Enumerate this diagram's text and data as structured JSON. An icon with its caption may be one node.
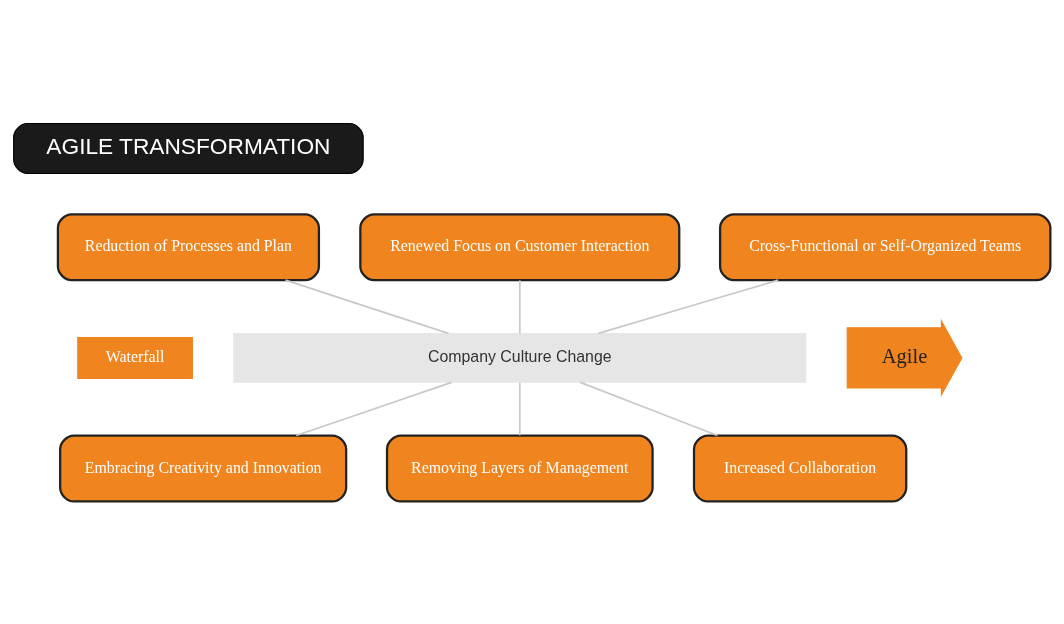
{
  "diagram": {
    "nodes": [
      {
        "text": [
          "AGILE TRANSFORMATION"
        ]
      },
      {
        "text": [
          "Renewed Focus on Customer Interaction"
        ]
      },
      {
        "text": [
          "Reduction of Processes and Plan"
        ]
      },
      {
        "text": [
          "Cross-Functional or Self-Organized Teams"
        ]
      },
      {
        "text": [
          "Waterfall"
        ]
      },
      {
        "text": [
          "Company Culture Change"
        ]
      },
      {
        "text": [
          "Agile"
        ]
      },
      {
        "text": [
          "Embracing Creativity and Innovation"
        ]
      },
      {
        "text": [
          "Removing Layers of Management"
        ]
      },
      {
        "text": [
          "Increased Collaboration"
        ]
      }
    ],
    "edges": [
      {
        "from": 1,
        "to": 5,
        "arrow": "none"
      },
      {
        "from": 2,
        "to": 5,
        "arrow": "none"
      },
      {
        "from": 3,
        "to": 5,
        "arrow": "none"
      },
      {
        "from": 5,
        "to": 7,
        "arrow": "none"
      },
      {
        "from": 5,
        "to": 8,
        "arrow": "none"
      },
      {
        "from": 5,
        "to": 9,
        "arrow": "none"
      }
    ]
  }
}
